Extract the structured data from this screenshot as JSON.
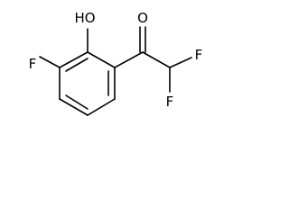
{
  "molecule": {
    "atoms": {
      "hydroxyl": "HO",
      "ring_fluorine": "F",
      "carbonyl_oxygen": "O",
      "difluoro_f_upper": "F",
      "difluoro_f_lower": "F"
    }
  }
}
